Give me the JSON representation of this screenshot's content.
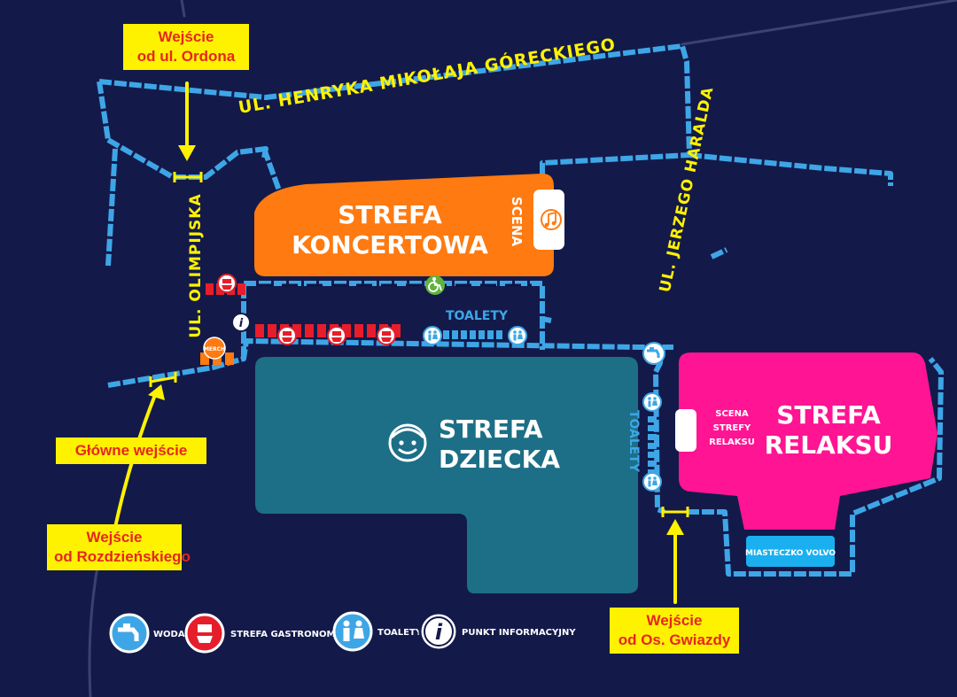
{
  "streets": {
    "gorecki": "UL. HENRYKA MIKOŁAJA GÓRECKIEGO",
    "olimpijska": "UL. OLIMPIJSKA",
    "haralda": "UL. JERZEGO HARALDA"
  },
  "zones": {
    "koncertowa": [
      "STREFA",
      "KONCERTOWA"
    ],
    "scena": "SCENA",
    "dziecka": [
      "STREFA",
      "DZIECKA"
    ],
    "relaksu": [
      "STREFA",
      "RELAKSU"
    ],
    "scena_relaksu": [
      "SCENA",
      "STREFY",
      "RELAKSU"
    ],
    "miasteczko": "MIASTECZKO VOLVO",
    "merch": "MERCH"
  },
  "toilets_labels": {
    "horizontal": "TOALETY",
    "vertical": "TOALETY"
  },
  "entrances": {
    "ordona": [
      "Wejście",
      "od ul. Ordona"
    ],
    "glowne": [
      "Główne wejście"
    ],
    "rozdzienskiego": [
      "Wejście",
      "od Rozdzieńskiego"
    ],
    "gwiazdy": [
      "Wejście",
      "od Os. Gwiazdy"
    ]
  },
  "legend": {
    "woda": "WODA",
    "gastro": "STREFA GASTRONOMICZNA",
    "toalety": "TOALETY",
    "info": "PUNKT INFORMACYJNY"
  },
  "colors": {
    "background": "#131a4a",
    "path": "#3ea6e6",
    "koncertowa": "#ff7a10",
    "dziecka": "#1c6f86",
    "relaksu": "#ff1493",
    "entrance_label_bg": "#fff200",
    "entrance_label_text": "#e6261f",
    "gastro": "#e61e2b"
  },
  "icons": [
    "music-note-icon",
    "wheelchair-icon",
    "info-icon",
    "merch-icon",
    "food-icon",
    "toilet-icon",
    "water-tap-icon",
    "smiley-icon",
    "arrow-icon"
  ]
}
